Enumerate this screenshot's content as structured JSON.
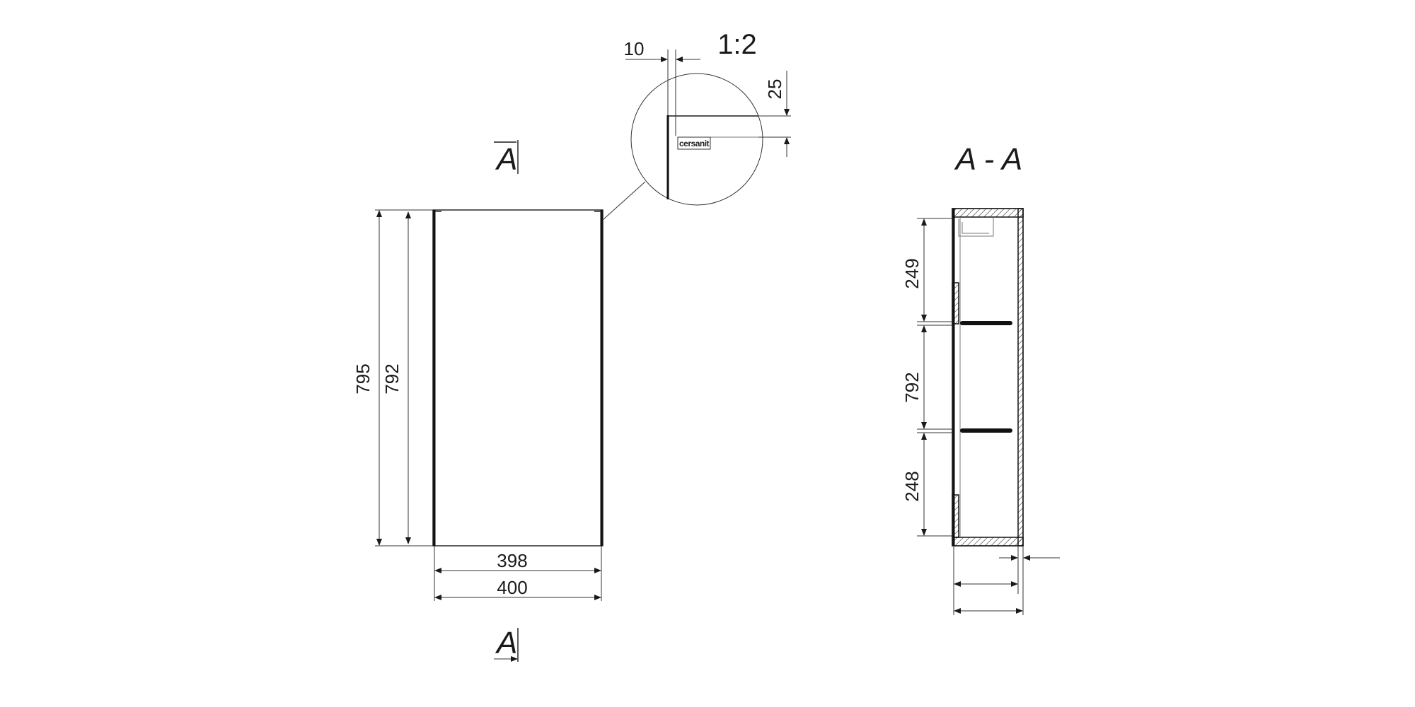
{
  "detail": {
    "scale": "1:2",
    "dim_horizontal": "10",
    "dim_vertical": "25",
    "brand_label": "cersanit"
  },
  "front_view": {
    "section_mark_top": "A",
    "section_mark_bottom": "A",
    "height_outer": "795",
    "height_inner": "792",
    "width_inner": "398",
    "width_outer": "400"
  },
  "section_view": {
    "title": "A - A",
    "dim_top_compartment": "249",
    "dim_middle_compartment": "792",
    "dim_bottom_compartment": "248"
  },
  "colors": {
    "line": "#1a1a1a",
    "background": "#ffffff"
  }
}
